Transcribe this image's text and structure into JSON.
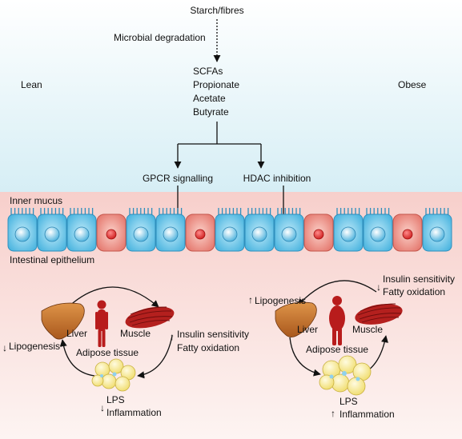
{
  "top": {
    "source": "Starch/fibres",
    "process": "Microbial degradation",
    "scfas": [
      "SCFAs",
      "Propionate",
      "Acetate",
      "Butyrate"
    ],
    "lean": "Lean",
    "obese": "Obese",
    "gpcr": "GPCR signalling",
    "hdac": "HDAC inhibition"
  },
  "gut": {
    "mucus": "Inner mucus",
    "epithelium": "Intestinal epithelium"
  },
  "lean_panel": {
    "liver": "Liver",
    "muscle": "Muscle",
    "adipose": "Adipose tissue",
    "lipogenesis": "Lipogenesis",
    "lipogenesis_arrow": "↓",
    "insulin": "Insulin sensitivity",
    "fatty": "Fatty oxidation",
    "insulin_arrow": "↑",
    "lps": "LPS",
    "inflammation": "Inflammation",
    "lps_arrow": "↓"
  },
  "obese_panel": {
    "liver": "Liver",
    "muscle": "Muscle",
    "adipose": "Adipose tissue",
    "lipogenesis": "Lipogenesis",
    "lipogenesis_arrow": "↑",
    "insulin": "Insulin sensitivity",
    "fatty": "Fatty oxidation",
    "insulin_arrow": "↓",
    "lps": "LPS",
    "inflammation": "Inflammation",
    "lps_arrow": "↑"
  },
  "colors": {
    "top_bg": "#dff3f8",
    "bottom_bg": "#f9d9d6",
    "cell_blue": "#5bc3e8",
    "cell_red": "#ec8c82",
    "liver": "#c8742a",
    "muscle": "#b4201e",
    "body": "#b81c1c",
    "fat": "#fbf0a0"
  }
}
